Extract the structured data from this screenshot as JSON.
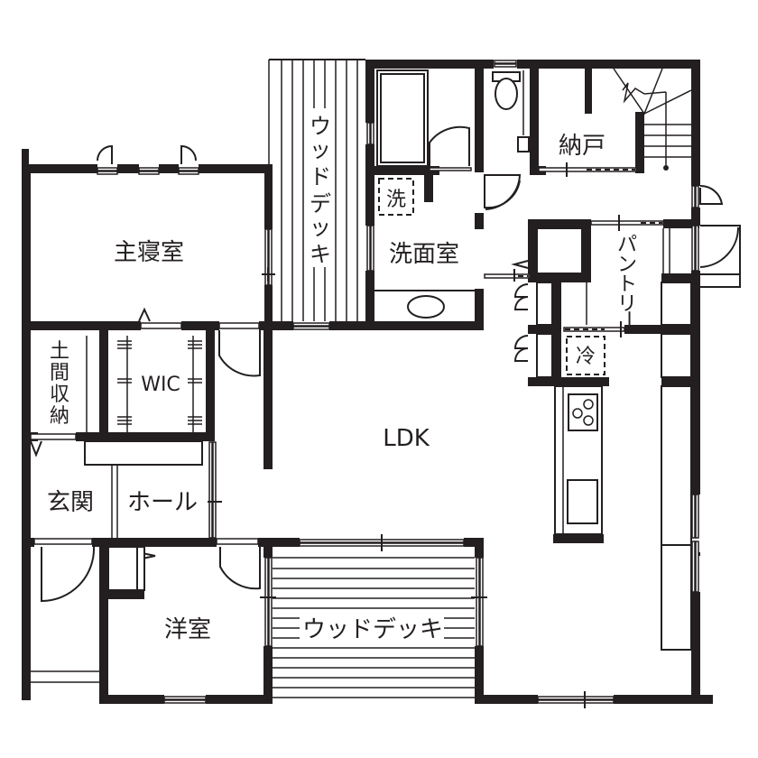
{
  "plan": {
    "type": "floor-plan",
    "colors": {
      "wall": "#231f20",
      "background": "#ffffff"
    },
    "rooms": {
      "master_bedroom": "主寝室",
      "wood_deck_north": "ウッドデッキ",
      "washroom": "洗面室",
      "washer_mark": "洗",
      "closet_storage": "納戸",
      "pantry": "パントリー",
      "fridge_mark": "冷",
      "doma_storage": [
        "土",
        "間",
        "収",
        "納"
      ],
      "wic": "WIC",
      "ldk": "LDK",
      "entrance": "玄関",
      "hall": "ホール",
      "western_room": "洋室",
      "wood_deck_south": "ウッドデッキ"
    },
    "wood_deck_north_chars": [
      "ウ",
      "ッ",
      "ド",
      "デ",
      "ッ",
      "キ"
    ],
    "pantry_chars": [
      "パ",
      "ン",
      "ト",
      "リ",
      "ー"
    ],
    "icons": [
      "bathtub-icon",
      "toilet-icon",
      "stove-icon",
      "sink-icon",
      "washbasin-icon",
      "stairs-icon"
    ]
  }
}
